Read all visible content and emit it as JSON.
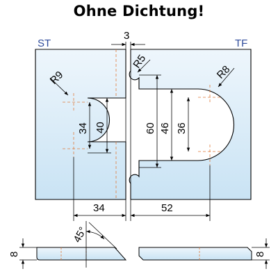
{
  "title": "Ohne Dichtung!",
  "labels": {
    "left_part": "ST",
    "right_part": "TF"
  },
  "dimensions": {
    "gap": "3",
    "radius_left_cutout": "R9",
    "radius_right_inner": "R5",
    "radius_right_cutout": "R8",
    "left_inner_height": "34",
    "left_outer_height": "40",
    "right_outer_height": "60",
    "right_middle_height": "46",
    "right_inner_height": "36",
    "left_width": "34",
    "right_width": "52",
    "bevel_angle": "45°",
    "left_thickness": "8",
    "right_thickness": "8"
  },
  "colors": {
    "plate_fill_top": "#eef6fc",
    "plate_fill_bottom": "#c9e3f4",
    "title_color": "#000000",
    "label_color": "#2d4a9a",
    "centerline_color": "#e07a3a"
  }
}
